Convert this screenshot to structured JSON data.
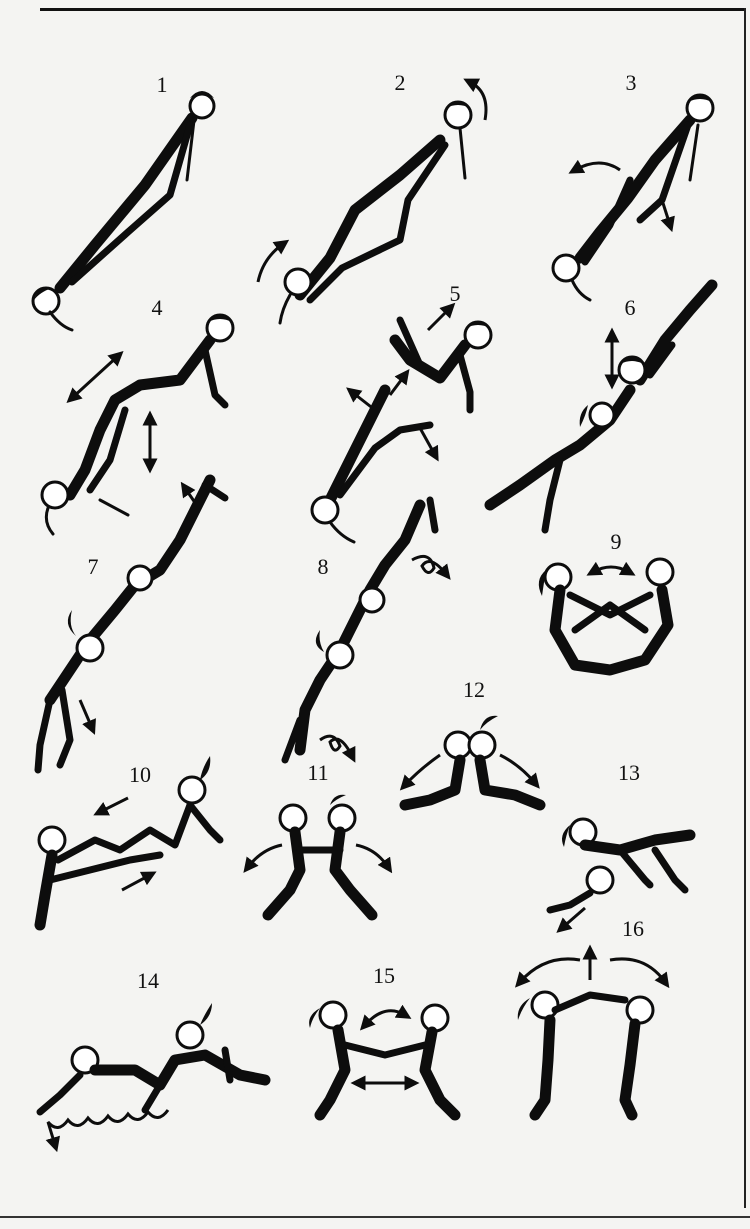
{
  "figures": [
    {
      "id": "fig-1",
      "label": "1"
    },
    {
      "id": "fig-2",
      "label": "2"
    },
    {
      "id": "fig-3",
      "label": "3"
    },
    {
      "id": "fig-4",
      "label": "4"
    },
    {
      "id": "fig-5",
      "label": "5"
    },
    {
      "id": "fig-6",
      "label": "6"
    },
    {
      "id": "fig-7",
      "label": "7"
    },
    {
      "id": "fig-8",
      "label": "8"
    },
    {
      "id": "fig-9",
      "label": "9"
    },
    {
      "id": "fig-10",
      "label": "10"
    },
    {
      "id": "fig-11",
      "label": "11"
    },
    {
      "id": "fig-12",
      "label": "12"
    },
    {
      "id": "fig-13",
      "label": "13"
    },
    {
      "id": "fig-14",
      "label": "14"
    },
    {
      "id": "fig-15",
      "label": "15"
    },
    {
      "id": "fig-16",
      "label": "16"
    }
  ],
  "colors": {
    "ink": "#0d0d0d",
    "paper": "#f4f4f2"
  }
}
